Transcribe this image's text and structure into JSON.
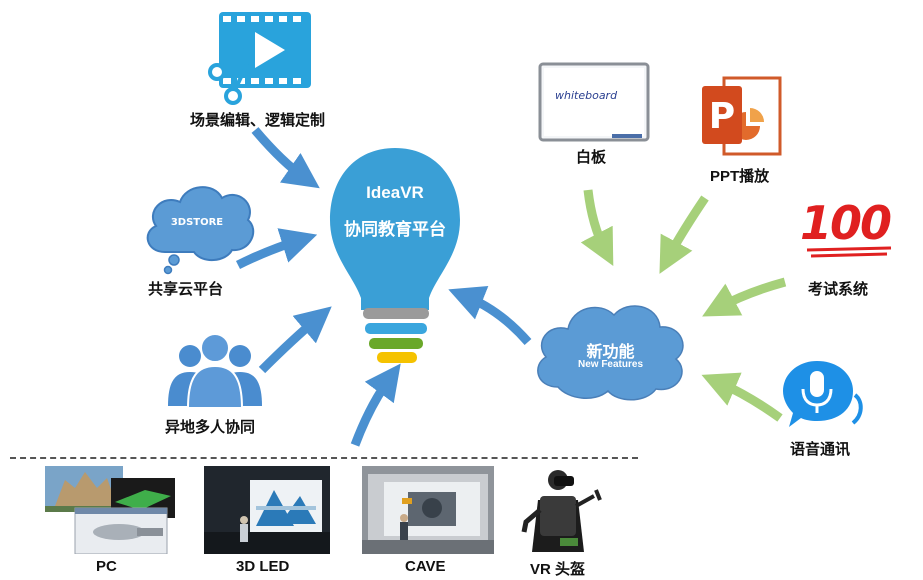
{
  "center": {
    "title": "IdeaVR",
    "subtitle": "协同教育平台"
  },
  "features_cloud": {
    "title": "新功能",
    "subtitle": "New Features"
  },
  "left_items": [
    {
      "label": "场景编辑、逻辑定制",
      "icon": "video-edit-icon"
    },
    {
      "label": "共享云平台",
      "icon": "cloud-icon",
      "badge": "3DSTORE"
    },
    {
      "label": "异地多人协同",
      "icon": "people-icon"
    }
  ],
  "right_items": [
    {
      "label": "白板",
      "icon": "whiteboard-icon",
      "board_text": "whiteboard"
    },
    {
      "label": "PPT播放",
      "icon": "powerpoint-icon"
    },
    {
      "label": "考试系统",
      "icon": "score-100-icon",
      "score": "100"
    },
    {
      "label": "语音通讯",
      "icon": "microphone-icon"
    }
  ],
  "devices": [
    {
      "label": "PC"
    },
    {
      "label": "3D LED"
    },
    {
      "label": "CAVE"
    },
    {
      "label": "VR 头盔"
    }
  ],
  "colors": {
    "bulb_blue": "#3a9fd6",
    "cloud_blue": "#5b9bd5",
    "arrow_blue": "#4a90d0",
    "arrow_green": "#a6d07a",
    "band_gray": "#9a9a9a",
    "band_blue": "#3aa6de",
    "band_green": "#6aa829",
    "band_yellow": "#f5c200"
  }
}
